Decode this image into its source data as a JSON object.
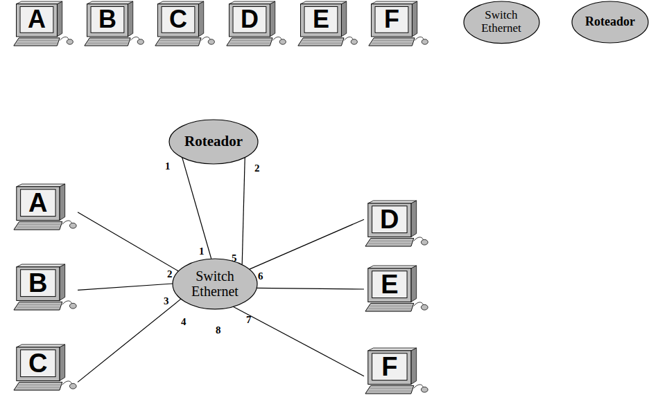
{
  "diagram": {
    "nodes": [
      {
        "text": [
          "A"
        ]
      },
      {
        "text": [
          "B"
        ]
      },
      {
        "text": [
          "C"
        ]
      },
      {
        "text": [
          "D"
        ]
      },
      {
        "text": [
          "E"
        ]
      },
      {
        "text": [
          "F"
        ]
      },
      {
        "text": [
          "Switch Ethernet"
        ]
      },
      {
        "text": [
          "Roteador"
        ]
      },
      {
        "text": [
          "Roteador"
        ]
      },
      {
        "text": [
          "A"
        ]
      },
      {
        "text": [
          "B"
        ]
      },
      {
        "text": [
          "C"
        ]
      },
      {
        "text": [
          "Switch Ethernet"
        ]
      },
      {
        "text": [
          "D"
        ]
      },
      {
        "text": [
          "E"
        ]
      },
      {
        "text": [
          "F"
        ]
      }
    ],
    "edges": [
      {
        "from": 8,
        "to": 12,
        "arrow": "none"
      },
      {
        "from": 8,
        "to": 12,
        "arrow": "none"
      },
      {
        "from": 9,
        "to": 12,
        "arrow": "none"
      },
      {
        "from": 10,
        "to": 12,
        "arrow": "none"
      },
      {
        "from": 11,
        "to": 12,
        "arrow": "none"
      },
      {
        "from": 13,
        "to": 12,
        "arrow": "none"
      },
      {
        "from": 14,
        "to": 12,
        "arrow": "none"
      },
      {
        "from": 15,
        "to": 12,
        "arrow": "none"
      }
    ],
    "labels": [
      "1",
      "2",
      "1",
      "5",
      "2",
      "3",
      "4",
      "6",
      "7",
      "8"
    ]
  }
}
